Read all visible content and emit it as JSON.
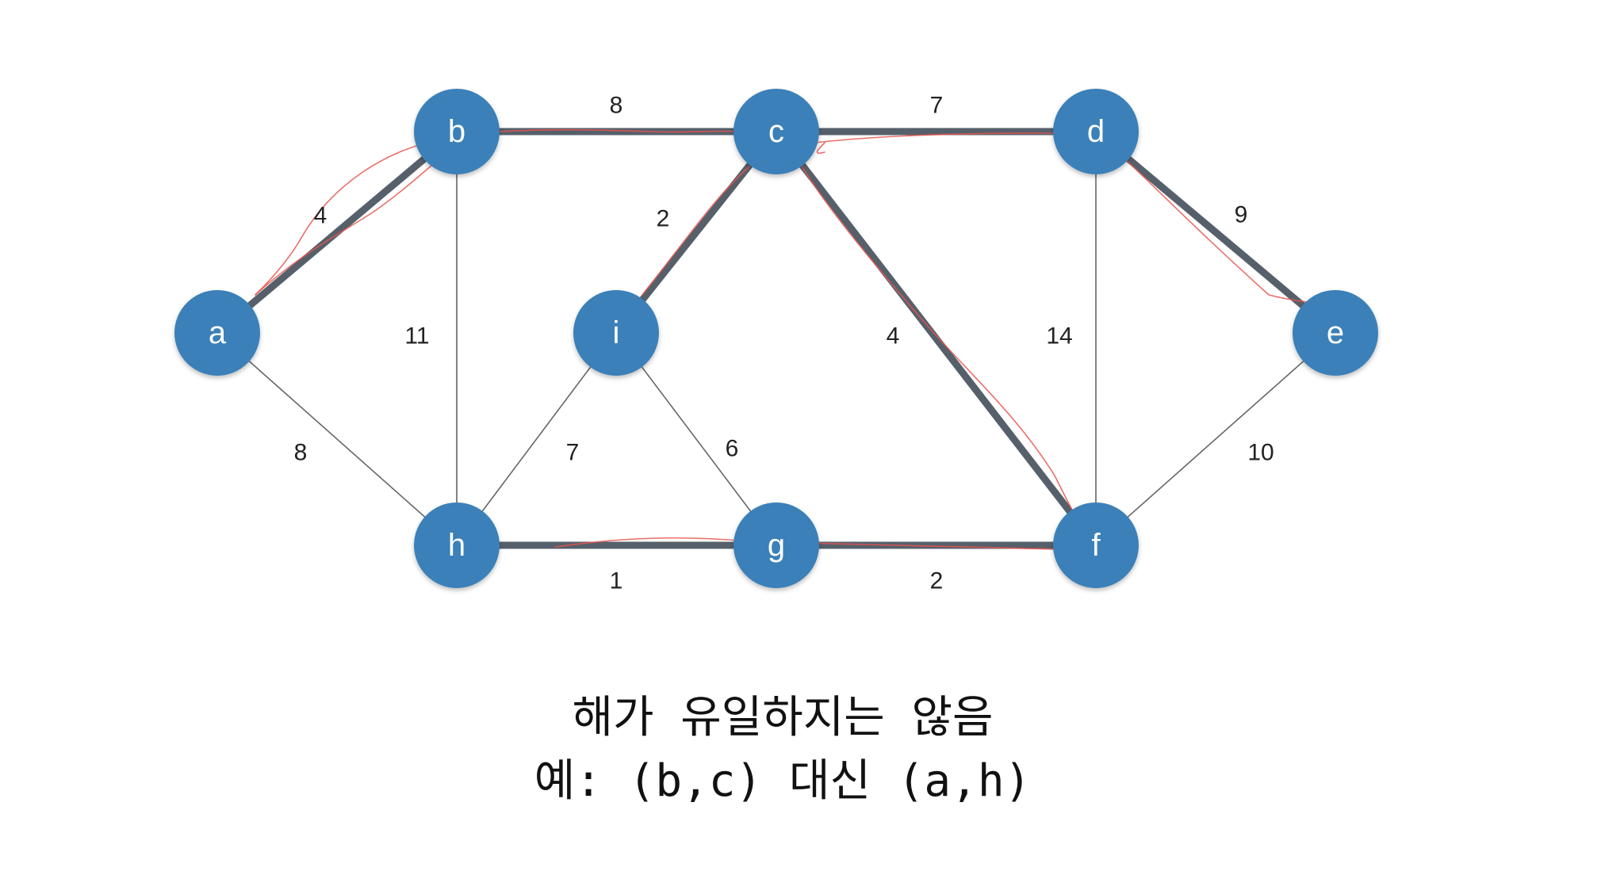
{
  "graph": {
    "node_color": "#3a80b8",
    "node_text_color": "#ffffff",
    "heavy_edge_color": "#56606b",
    "light_edge_color": "#666666",
    "sketch_color": "#e8554e",
    "nodes": [
      {
        "id": "a",
        "label": "a"
      },
      {
        "id": "b",
        "label": "b"
      },
      {
        "id": "c",
        "label": "c"
      },
      {
        "id": "d",
        "label": "d"
      },
      {
        "id": "e",
        "label": "e"
      },
      {
        "id": "f",
        "label": "f"
      },
      {
        "id": "g",
        "label": "g"
      },
      {
        "id": "h",
        "label": "h"
      },
      {
        "id": "i",
        "label": "i"
      }
    ],
    "edges": [
      {
        "from": "a",
        "to": "b",
        "weight": "4",
        "highlighted": true
      },
      {
        "from": "b",
        "to": "c",
        "weight": "8",
        "highlighted": true
      },
      {
        "from": "c",
        "to": "d",
        "weight": "7",
        "highlighted": true
      },
      {
        "from": "d",
        "to": "e",
        "weight": "9",
        "highlighted": true
      },
      {
        "from": "a",
        "to": "h",
        "weight": "8",
        "highlighted": false
      },
      {
        "from": "b",
        "to": "h",
        "weight": "11",
        "highlighted": false
      },
      {
        "from": "c",
        "to": "i",
        "weight": "2",
        "highlighted": true
      },
      {
        "from": "c",
        "to": "f",
        "weight": "4",
        "highlighted": true
      },
      {
        "from": "d",
        "to": "f",
        "weight": "14",
        "highlighted": false
      },
      {
        "from": "e",
        "to": "f",
        "weight": "10",
        "highlighted": false
      },
      {
        "from": "h",
        "to": "i",
        "weight": "7",
        "highlighted": false
      },
      {
        "from": "i",
        "to": "g",
        "weight": "6",
        "highlighted": false
      },
      {
        "from": "h",
        "to": "g",
        "weight": "1",
        "highlighted": true
      },
      {
        "from": "g",
        "to": "f",
        "weight": "2",
        "highlighted": true
      }
    ]
  },
  "caption": {
    "line1": "해가 유일하지는 않음",
    "line2": "예: (b,c) 대신 (a,h)"
  }
}
